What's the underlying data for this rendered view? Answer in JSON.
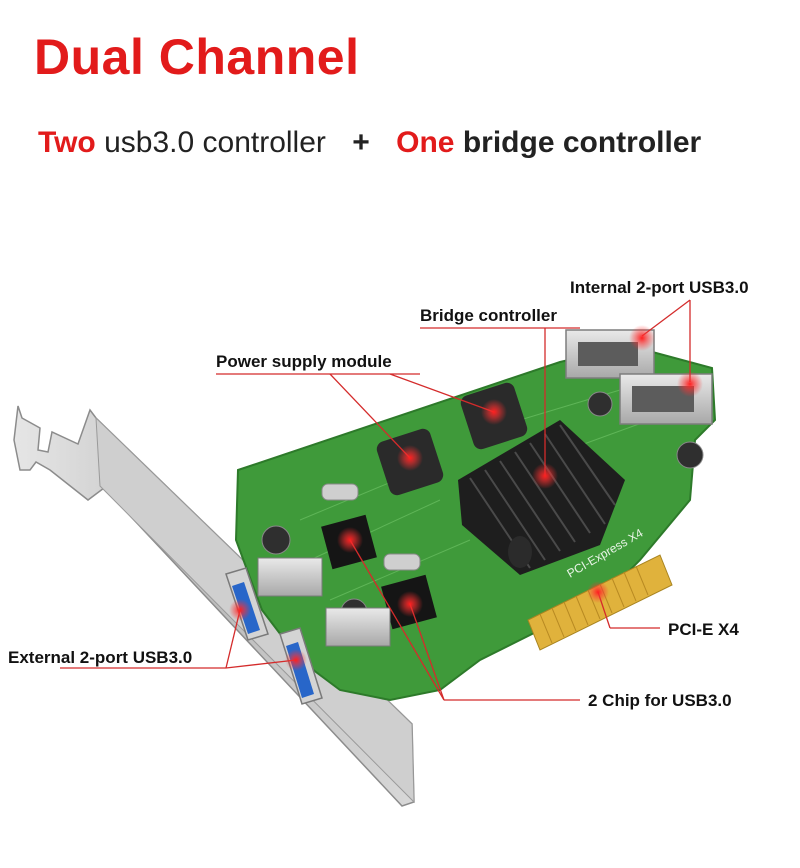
{
  "header": {
    "title": "Dual Channel",
    "subtitle": {
      "part1_red": "Two",
      "part1": "usb3.0 controller",
      "plus": "+",
      "part2_red": "One",
      "part2": "bridge controller"
    }
  },
  "callouts": {
    "internal_ports": "Internal 2-port USB3.0",
    "bridge_controller": "Bridge controller",
    "power_supply": "Power supply module",
    "external_ports": "External 2-port USB3.0",
    "pcie": "PCI-E X4",
    "chips": "2 Chip for USB3.0"
  },
  "colors": {
    "accent_red": "#e21b1b",
    "pcb_green": "#3f9a3a",
    "heatsink": "#1e1e1e",
    "bracket": "#c9c9c9",
    "gold": "#e0b23c"
  },
  "board_markings": {
    "pcie_silkscreen": "PCI-Express X4"
  }
}
